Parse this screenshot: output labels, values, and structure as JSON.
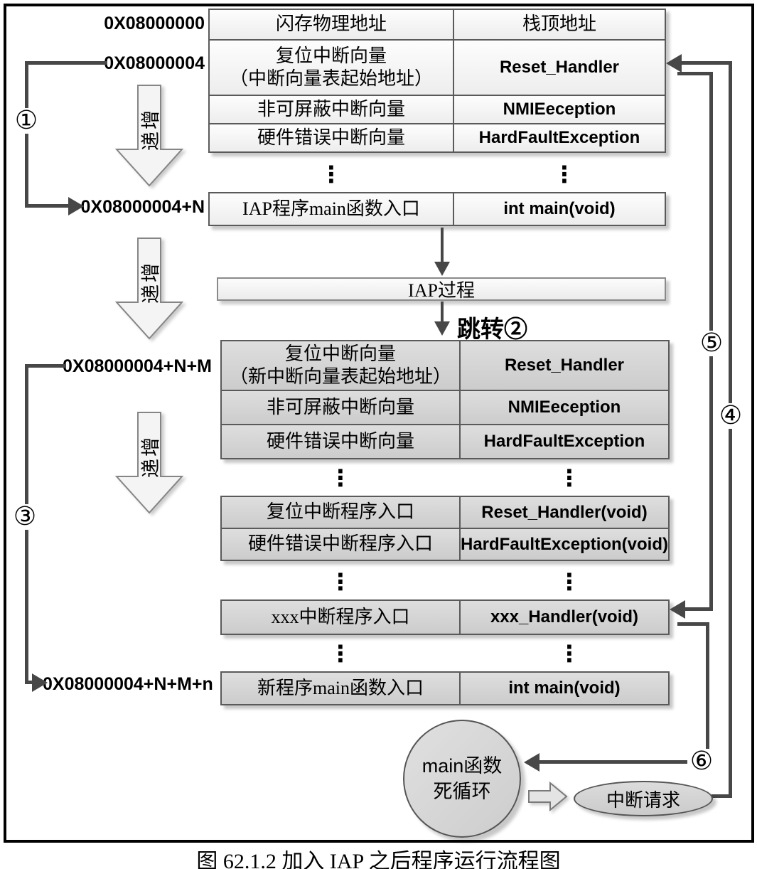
{
  "diagram": {
    "caption": "图 62.1.2 加入 IAP 之后程序运行流程图",
    "addresses": {
      "base": "0X08000000",
      "vector_start": "0X08000004",
      "iap_main": "0X08000004+N",
      "new_vector_start": "0X08000004+N+M",
      "new_main": "0X08000004+N+M+n"
    },
    "markers": {
      "k1": "①",
      "k3": "③",
      "k4": "④",
      "k5": "⑤",
      "k6": "⑥"
    },
    "increment_label": "递增",
    "jump_label": "跳转②",
    "iap_process_label": "IAP过程",
    "ellipsis": "⋮",
    "flash_table": {
      "rows": [
        {
          "left": "闪存物理地址",
          "right": "栈顶地址"
        },
        {
          "left_line1": "复位中断向量",
          "left_line2": "（中断向量表起始地址）",
          "right": "Reset_Handler"
        },
        {
          "left": "非可屏蔽中断向量",
          "right": "NMIEeception"
        },
        {
          "left": "硬件错误中断向量",
          "right": "HardFaultException"
        }
      ],
      "main_row": {
        "left": "IAP程序main函数入口",
        "right": "int main(void)"
      }
    },
    "new_table": {
      "vector_rows": [
        {
          "left_line1": "复位中断向量",
          "left_line2": "（新中断向量表起始地址）",
          "right": "Reset_Handler"
        },
        {
          "left": "非可屏蔽中断向量",
          "right": "NMIEeception"
        },
        {
          "left": "硬件错误中断向量",
          "right": "HardFaultException"
        }
      ],
      "handler_rows": [
        {
          "left": "复位中断程序入口",
          "right": "Reset_Handler(void)"
        },
        {
          "left": "硬件错误中断程序入口",
          "right": "HardFaultException(void)"
        }
      ],
      "xxx_row": {
        "left": "xxx中断程序入口",
        "right": "xxx_Handler(void)"
      },
      "main_row": {
        "left": "新程序main函数入口",
        "right": "int main(void)"
      }
    },
    "main_loop_circle": {
      "line1": "main函数",
      "line2": "死循环"
    },
    "interrupt_request": "中断请求"
  }
}
